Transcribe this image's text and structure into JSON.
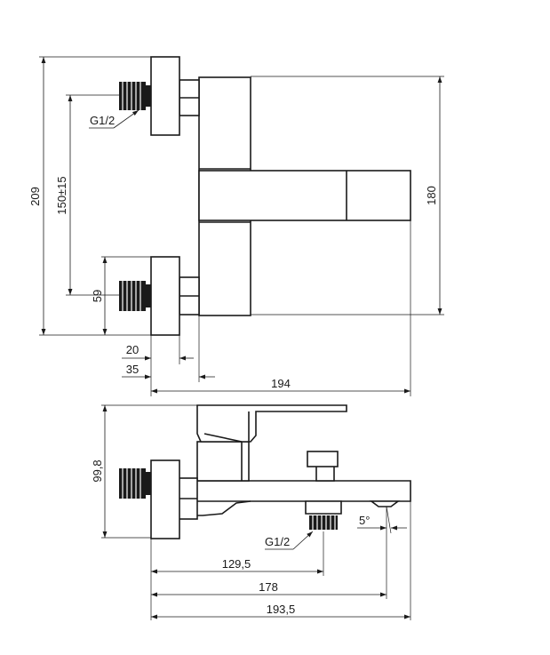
{
  "drawing": {
    "ink_color": "#1a1a1a",
    "paper_color": "#ffffff",
    "front_view": {
      "dimensions": {
        "overall_height": "209",
        "inlet_spacing": "150±15",
        "body_height": "180",
        "inlet_offset": "59",
        "inlet_20": "20",
        "inlet_35": "35",
        "width_194": "194"
      },
      "thread_label": "G1/2"
    },
    "side_view": {
      "dimensions": {
        "height_99_8": "99,8",
        "depth_129_5": "129,5",
        "depth_178": "178",
        "depth_193_5": "193,5",
        "spout_angle": "5°"
      },
      "thread_label": "G1/2"
    }
  }
}
